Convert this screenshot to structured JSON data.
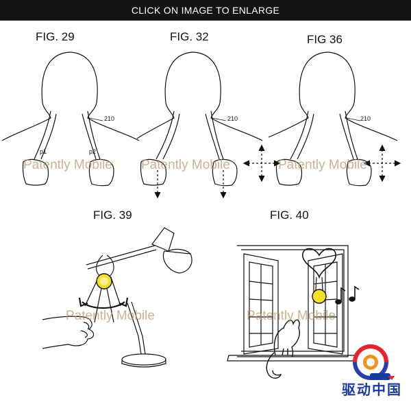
{
  "banner": {
    "label": "CLICK ON IMAGE TO ENLARGE"
  },
  "figures": {
    "fig29": {
      "title": "FIG. 29",
      "ref": "210",
      "p1": "p1",
      "p2": "p2"
    },
    "fig32": {
      "title": "FIG. 32",
      "ref": "210"
    },
    "fig36": {
      "title": "FIG 36",
      "ref": "210"
    },
    "fig39": {
      "title": "FIG. 39"
    },
    "fig40": {
      "title": "FIG. 40"
    }
  },
  "watermark": "Patently Mobile",
  "brand": {
    "text": "驱动中国",
    "logo": "brand-logo-icon"
  },
  "colors": {
    "accent": "#f1e12a",
    "line": "#111111",
    "watermark": "#b59a6a",
    "brand": "#1b3a9e"
  }
}
